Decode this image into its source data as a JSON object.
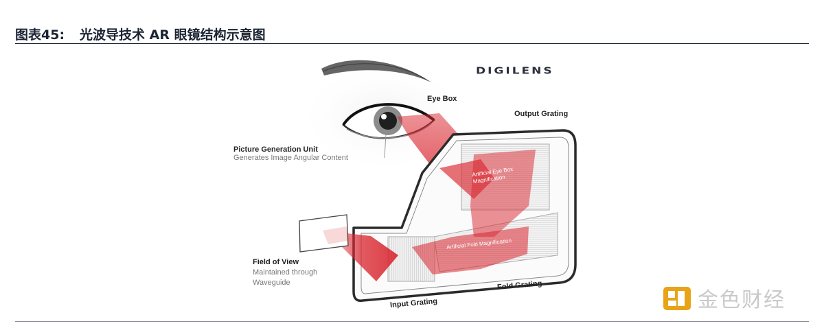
{
  "figure": {
    "caption_label": "图表45:",
    "caption_title": "光波导技术 AR 眼镜结构示意图"
  },
  "brand": "DIGILENS",
  "labels": {
    "eye_box": "Eye Box",
    "output_grating": "Output Grating",
    "pgu_title": "Picture Generation Unit",
    "pgu_sub": "Generates Image Angular Content",
    "fov_title": "Field of View",
    "fov_sub1": "Maintained through",
    "fov_sub2": "Waveguide",
    "input_grating": "Input Grating",
    "fold_grating": "Fold Grating",
    "inner_eye_box": "Artificial Eye Box",
    "inner_eye_box_2": "Magnification",
    "inner_fold": "Artificial Fold Magnification"
  },
  "watermark": {
    "text": "金色财经",
    "icon": "jinse-logo-icon"
  },
  "colors": {
    "beam": "#d9262f",
    "caption": "#1b2433",
    "watermark": "#e8a317"
  }
}
